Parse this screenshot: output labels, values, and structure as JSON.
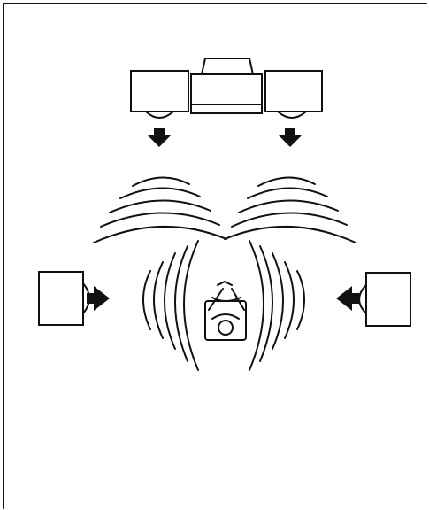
{
  "diagram": {
    "elements": [
      {
        "id": "center-channel-speaker",
        "kind": "speaker"
      },
      {
        "id": "front-left-speaker",
        "kind": "speaker"
      },
      {
        "id": "front-right-speaker",
        "kind": "speaker"
      },
      {
        "id": "surround-left-speaker",
        "kind": "speaker"
      },
      {
        "id": "surround-right-speaker",
        "kind": "speaker"
      },
      {
        "id": "listener",
        "kind": "seated-listener"
      }
    ],
    "colors": {
      "line": "#111111",
      "background": "#ffffff"
    }
  }
}
